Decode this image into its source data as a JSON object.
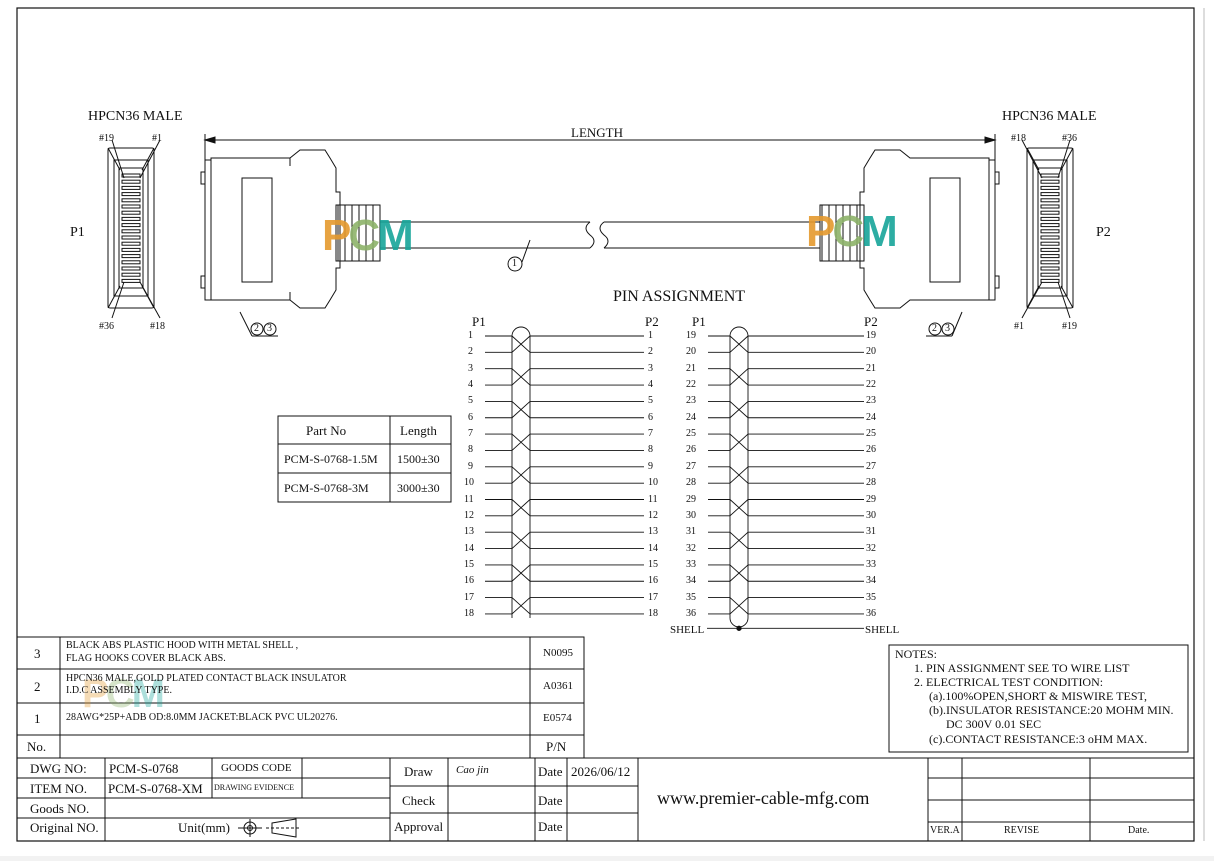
{
  "left_connector": {
    "title": "HPCN36 MALE",
    "pin_top_left": "#19",
    "pin_top_right": "#1",
    "pin_bottom_left": "#36",
    "pin_bottom_right": "#18",
    "label": "P1"
  },
  "right_connector": {
    "title": "HPCN36 MALE",
    "pin_top_left": "#18",
    "pin_top_right": "#36",
    "pin_bottom_left": "#1",
    "pin_bottom_right": "#19",
    "label": "P2"
  },
  "length_label": "LENGTH",
  "callouts": {
    "cable": "1",
    "hood_left_a": "2",
    "hood_left_b": "3",
    "hood_right_a": "2",
    "hood_right_b": "3"
  },
  "logo": {
    "text_p": "P",
    "text_c": "C",
    "text_m": "M",
    "color_p": "#e59a2e",
    "color_c": "#8db36a",
    "color_m": "#17a59a"
  },
  "pin_assignment": {
    "title": "PIN ASSIGNMENT",
    "left_block": {
      "p1": "P1",
      "p2": "P2",
      "pins": [
        "1",
        "2",
        "3",
        "4",
        "5",
        "6",
        "7",
        "8",
        "9",
        "10",
        "11",
        "12",
        "13",
        "14",
        "15",
        "16",
        "17",
        "18"
      ]
    },
    "right_block": {
      "p1": "P1",
      "p2": "P2",
      "pins": [
        "19",
        "20",
        "21",
        "22",
        "23",
        "24",
        "25",
        "26",
        "27",
        "28",
        "29",
        "30",
        "31",
        "32",
        "33",
        "34",
        "35",
        "36"
      ],
      "shell": "SHELL"
    }
  },
  "part_table": {
    "headers": [
      "Part No",
      "Length"
    ],
    "rows": [
      [
        "PCM-S-0768-1.5M",
        "1500±30"
      ],
      [
        "PCM-S-0768-3M",
        "3000±30"
      ]
    ]
  },
  "bom": {
    "rows": [
      {
        "no": "3",
        "desc_line1": "BLACK ABS PLASTIC HOOD WITH METAL SHELL ,",
        "desc_line2": "FLAG HOOKS COVER BLACK ABS.",
        "pn": "N0095"
      },
      {
        "no": "2",
        "desc_line1": "HPCN36 MALE,GOLD PLATED CONTACT BLACK INSULATOR",
        "desc_line2": "I.D.C ASSEMBLY TYPE.",
        "pn": "A0361"
      },
      {
        "no": "1",
        "desc_line1": "28AWG*25P+ADB OD:8.0MM JACKET:BLACK PVC UL20276.",
        "desc_line2": "",
        "pn": "E0574"
      }
    ],
    "footer_no": "No.",
    "footer_pn": "P/N"
  },
  "notes": {
    "title": "NOTES:",
    "lines": [
      "1.  PIN ASSIGNMENT SEE TO WIRE LIST",
      "2.  ELECTRICAL TEST CONDITION:",
      "(a).100%OPEN,SHORT & MISWIRE TEST,",
      "(b).INSULATOR RESISTANCE:20 MOHM MIN.",
      "DC 300V 0.01 SEC",
      "(c).CONTACT RESISTANCE:3 oHM MAX."
    ]
  },
  "title_block": {
    "dwg_no_label": "DWG NO:",
    "dwg_no": "PCM-S-0768",
    "goods_code": "GOODS CODE",
    "item_no_label": "ITEM NO.",
    "item_no": "PCM-S-0768-XM",
    "drawing_evidence": "DRAWING EVIDENCE",
    "goods_no_label": "Goods NO.",
    "original_no_label": "Original NO.",
    "unit_label": "Unit(mm)",
    "draw_label": "Draw",
    "draw_sign": "Cao jin",
    "check_label": "Check",
    "approval_label": "Approval",
    "date_label": "Date",
    "date_value": "2026/06/12",
    "website": "www.premier-cable-mfg.com",
    "ver_label": "VER.A",
    "revise_label": "REVISE",
    "date_short": "Date."
  }
}
